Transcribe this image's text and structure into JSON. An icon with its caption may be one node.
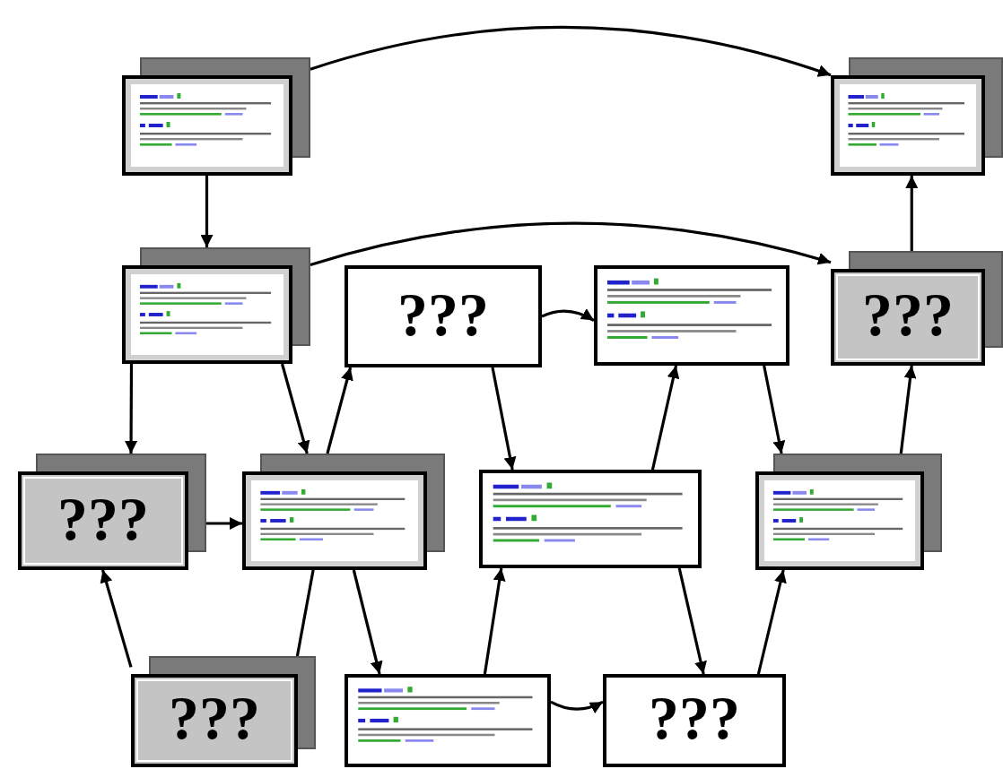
{
  "diagram": {
    "nodes": [
      {
        "text": [],
        "shape": "picture"
      },
      {
        "text": [],
        "shape": "picture"
      },
      {
        "text": [],
        "shape": "picture"
      },
      {
        "text": [
          "???"
        ]
      },
      {
        "text": [],
        "shape": "picture"
      },
      {
        "text": [
          "???"
        ]
      },
      {
        "text": [
          "???"
        ]
      },
      {
        "text": [],
        "shape": "picture"
      },
      {
        "text": [],
        "shape": "picture"
      },
      {
        "text": [],
        "shape": "picture"
      },
      {
        "text": [
          "???"
        ]
      },
      {
        "text": [],
        "shape": "picture"
      },
      {
        "text": [
          "???"
        ]
      }
    ],
    "edges": [
      {
        "from": 0,
        "to": 2,
        "arrow": "to"
      },
      {
        "from": 0,
        "to": 1,
        "arrow": "to"
      },
      {
        "from": 2,
        "to": 5,
        "arrow": "to"
      },
      {
        "from": 2,
        "to": 6,
        "arrow": "to"
      },
      {
        "from": 2,
        "to": 7,
        "arrow": "to"
      },
      {
        "from": 7,
        "to": 3,
        "arrow": "to"
      },
      {
        "from": 3,
        "to": 4,
        "arrow": "to"
      },
      {
        "from": 3,
        "to": 8,
        "arrow": "to"
      },
      {
        "from": 8,
        "to": 4,
        "arrow": "to"
      },
      {
        "from": 4,
        "to": 9,
        "arrow": "to"
      },
      {
        "from": 9,
        "to": 5,
        "arrow": "to"
      },
      {
        "from": 5,
        "to": 1,
        "arrow": "to"
      },
      {
        "from": 6,
        "to": 7,
        "arrow": "to"
      },
      {
        "from": 10,
        "to": 6,
        "arrow": "to"
      },
      {
        "from": 10,
        "to": 7,
        "arrow": "none"
      },
      {
        "from": 7,
        "to": 11,
        "arrow": "to"
      },
      {
        "from": 11,
        "to": 8,
        "arrow": "to"
      },
      {
        "from": 11,
        "to": 12,
        "arrow": "to"
      },
      {
        "from": 8,
        "to": 12,
        "arrow": "to"
      },
      {
        "from": 12,
        "to": 9,
        "arrow": "to"
      }
    ]
  }
}
